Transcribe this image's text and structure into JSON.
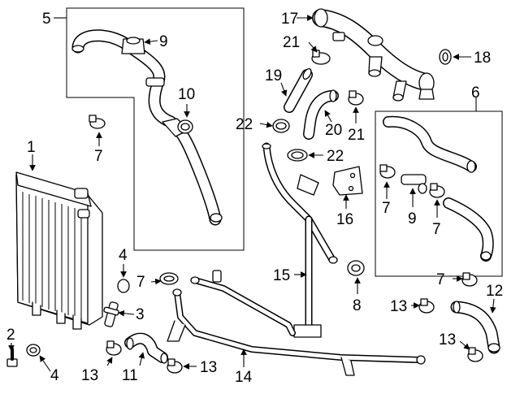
{
  "diagram": {
    "callouts": {
      "c1": "1",
      "c2": "2",
      "c3": "3",
      "c4a": "4",
      "c4b": "4",
      "c5": "5",
      "c6": "6",
      "c7a": "7",
      "c7b": "7",
      "c7c": "7",
      "c7d": "7",
      "c7e": "7",
      "c8": "8",
      "c9a": "9",
      "c9b": "9",
      "c10": "10",
      "c11": "11",
      "c12": "12",
      "c13a": "13",
      "c13b": "13",
      "c13c": "13",
      "c13d": "13",
      "c14": "14",
      "c15": "15",
      "c16": "16",
      "c17": "17",
      "c18": "18",
      "c19": "19",
      "c20": "20",
      "c21a": "21",
      "c21b": "21",
      "c22a": "22",
      "c22b": "22"
    }
  }
}
